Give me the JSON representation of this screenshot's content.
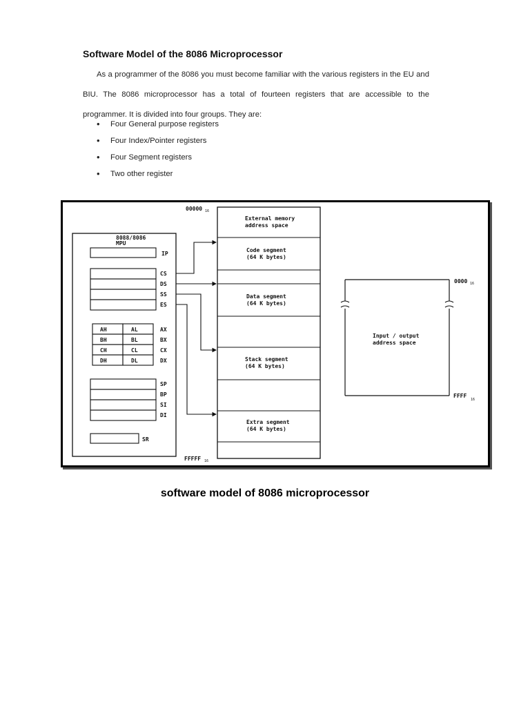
{
  "doc": {
    "heading": "Software Model of the 8086 Microprocessor",
    "paragraph": "As a programmer of the 8086 you must become familiar with the various registers in the EU and BIU. The 8086 microprocessor has a total of fourteen registers that are accessible to the programmer. It is divided into four groups. They are:",
    "bullets": [
      "Four General purpose registers",
      "Four Index/Pointer registers",
      "Four Segment registers",
      "Two other register"
    ],
    "caption": "software model of 8086 microprocessor"
  },
  "diagram": {
    "mpu_label_1": "8088/8086",
    "mpu_label_2": "MPU",
    "ip": "IP",
    "segment_regs": [
      "CS",
      "DS",
      "SS",
      "ES"
    ],
    "general_regs": [
      {
        "high": "AH",
        "low": "AL",
        "pair": "AX"
      },
      {
        "high": "BH",
        "low": "BL",
        "pair": "BX"
      },
      {
        "high": "CH",
        "low": "CL",
        "pair": "CX"
      },
      {
        "high": "DH",
        "low": "DL",
        "pair": "DX"
      }
    ],
    "index_regs": [
      "SP",
      "BP",
      "SI",
      "DI"
    ],
    "status_reg": "SR",
    "mem_start": "00000",
    "mem_start_sub": "16",
    "mem_end": "FFFFF",
    "mem_end_sub": "16",
    "mem_blocks": {
      "external_1": "External memory",
      "external_2": "address space",
      "code_1": "Code segment",
      "code_2": "(64 K bytes)",
      "data_1": "Data segment",
      "data_2": "(64 K bytes)",
      "stack_1": "Stack segment",
      "stack_2": "(64 K bytes)",
      "extra_1": "Extra segment",
      "extra_2": "(64 K bytes)"
    },
    "io_start": "0000",
    "io_start_sub": "16",
    "io_end": "FFFF",
    "io_end_sub": "16",
    "io_label_1": "Input / output",
    "io_label_2": "address space"
  }
}
